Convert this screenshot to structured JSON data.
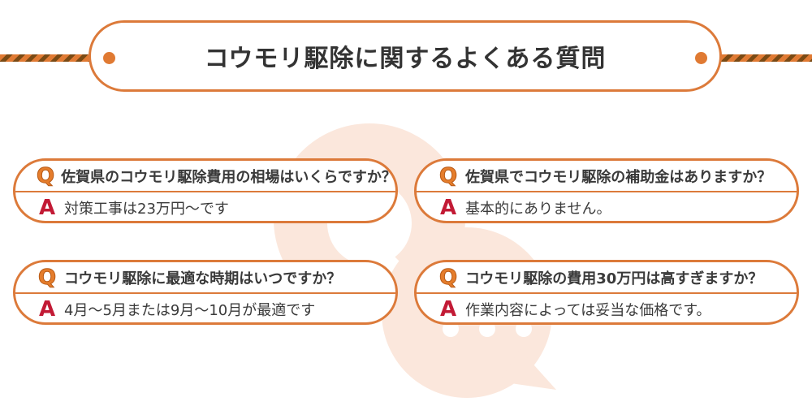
{
  "header": {
    "title": "コウモリ駆除に関するよくある質問"
  },
  "colors": {
    "accent_orange": "#dc7a3a",
    "rope_dark": "#7a4a14",
    "q_glyph": "#e57d2c",
    "a_glyph": "#c21a35",
    "watermark": "#fbe7dc",
    "text": "#3a3a3a"
  },
  "icons": {
    "q": "Q",
    "a": "A"
  },
  "faq": [
    {
      "question": "佐賀県のコウモリ駆除費用の相場はいくらですか？",
      "answer": "対策工事は23万円〜です"
    },
    {
      "question": "佐賀県でコウモリ駆除の補助金はありますか？",
      "answer": "基本的にありません。"
    },
    {
      "question": "コウモリ駆除に最適な時期はいつですか？",
      "answer": "4月〜5月または9月〜10月が最適です"
    },
    {
      "question": "コウモリ駆除の費用30万円は高すぎますか？",
      "answer": "作業内容によっては妥当な価格です。"
    }
  ]
}
